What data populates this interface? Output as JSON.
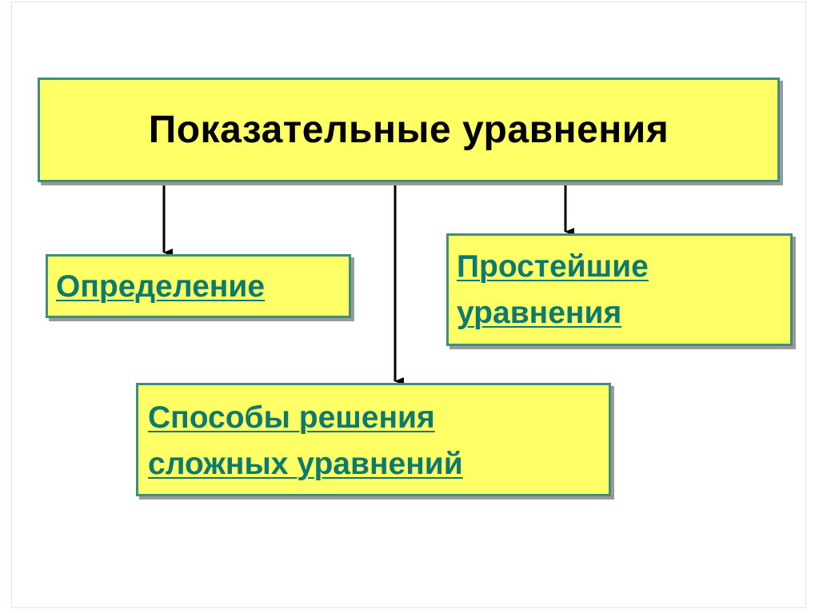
{
  "diagram": {
    "title": "Показательные уравнения",
    "nodes": {
      "definition": {
        "label": "Определение"
      },
      "simple": {
        "lines": [
          "Простейшие",
          "уравнения"
        ]
      },
      "methods": {
        "lines": [
          "Способы решения",
          "сложных уравнений"
        ]
      }
    },
    "edges": [
      {
        "from": "title",
        "to": "definition"
      },
      {
        "from": "title",
        "to": "methods"
      },
      {
        "from": "title",
        "to": "simple"
      }
    ]
  },
  "colors": {
    "box_fill": "#ffff66",
    "box_border": "#3f8f80",
    "link_text": "#0d7a6f",
    "title_text": "#000000",
    "arrow": "#000000"
  }
}
